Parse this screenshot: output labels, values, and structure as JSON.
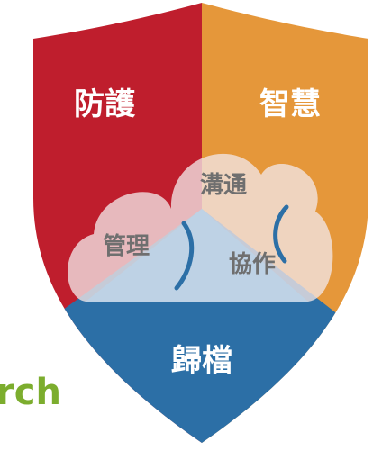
{
  "shield": {
    "segments": {
      "top_left": {
        "label": "防護",
        "color": "#bf1e2d"
      },
      "top_right": {
        "label": "智慧",
        "color": "#e5973a"
      },
      "bottom": {
        "label": "歸檔",
        "color": "#2c6fa6"
      }
    },
    "cloud": {
      "labels": {
        "top": "溝通",
        "left": "管理",
        "right": "協作"
      },
      "fill_color": "#f2e6e6",
      "accent_color": "#2c6fa6"
    }
  },
  "partial_word": "rch"
}
